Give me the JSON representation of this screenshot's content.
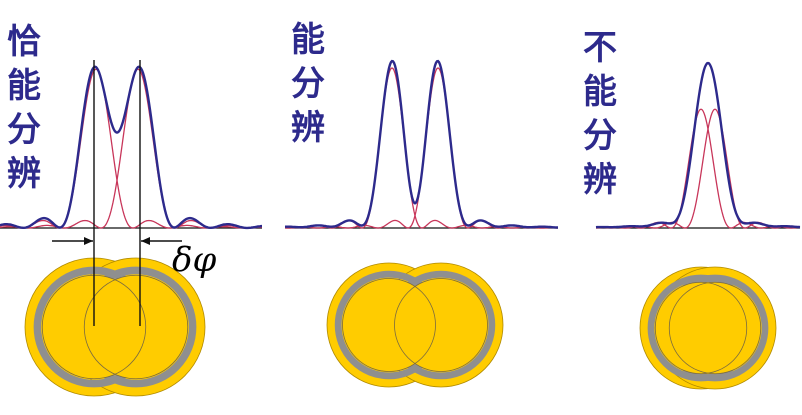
{
  "labels": {
    "left": "恰能分辨",
    "middle": "能分辨",
    "right": "不能分辨"
  },
  "separation_symbol": "δφ",
  "colors": {
    "sum_curve": "#2d2a8c",
    "component_curve": "#c8365a",
    "label_text": "#2d2a8c",
    "disk_fill": "#ffcc00",
    "disk_ring": "#8f8f8f",
    "axis": "#111111"
  },
  "panels": [
    {
      "name": "just-resolved",
      "separation": 0.62
    },
    {
      "name": "resolved",
      "separation": 0.92
    },
    {
      "name": "unresolved",
      "separation": 0.22
    }
  ]
}
